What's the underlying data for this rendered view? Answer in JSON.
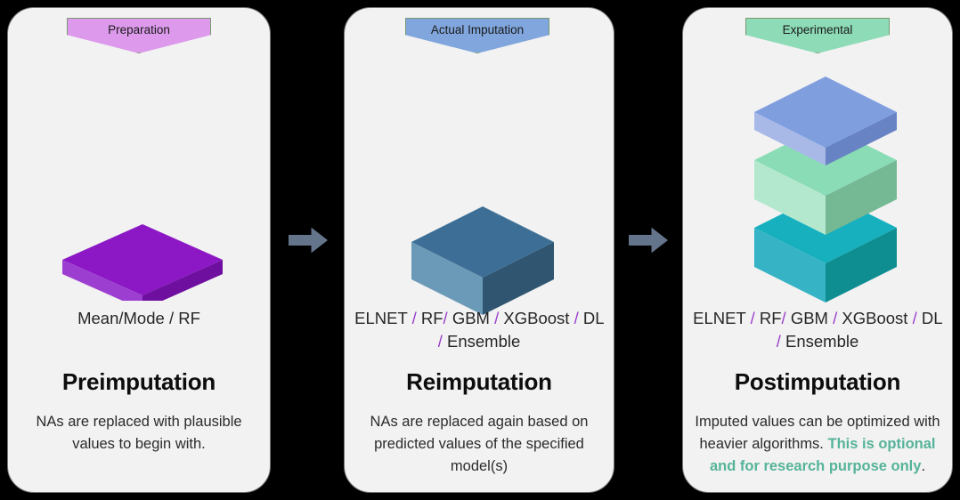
{
  "diagram": {
    "background_color": "#000000",
    "panel_color": "#f2f2f2",
    "accent_separator_color": "#9a3ecb",
    "highlight_color": "#55b399",
    "arrow_color": "#64748b"
  },
  "panels": [
    {
      "banner_label": "Preparation",
      "banner_color": "#dd9aec",
      "graphic": "single-purple-slab-isometric",
      "models": "Mean/Mode / RF",
      "models_parts": [
        "Mean/Mode / RF"
      ],
      "title": "Preimputation",
      "description": "NAs are replaced with plausible values to begin with.",
      "description_plain": "NAs are replaced with plausible values to begin with.",
      "description_highlight": ""
    },
    {
      "banner_label": "Actual Imputation",
      "banner_color": "#80a6dd",
      "graphic": "single-blue-cube-isometric",
      "models": "ELNET / RF/ GBM / XGBoost / DL / Ensemble",
      "models_parts": [
        "ELNET",
        "/",
        " RF",
        "/",
        " GBM",
        "/",
        "XGBoost",
        "/",
        " DL",
        "/",
        " Ensemble"
      ],
      "title": "Reimputation",
      "description": "NAs are replaced again based on predicted values of the specified model(s)",
      "description_plain": "NAs are replaced again based on predicted values of the specified model(s)",
      "description_highlight": ""
    },
    {
      "banner_label": "Experimental",
      "banner_color": "#8ddbb7",
      "graphic": "three-stacked-cubes-isometric",
      "models": "ELNET / RF/ GBM / XGBoost / DL / Ensemble",
      "models_parts": [
        "ELNET",
        "/",
        " RF",
        "/",
        " GBM",
        "/",
        "XGBoost",
        "/",
        " DL",
        "/",
        " Ensemble"
      ],
      "title": "Postimputation",
      "description": "Imputed values can be optimized with heavier algorithms. This is optional and for research purpose only.",
      "description_plain": "Imputed values can be optimized with heavier algorithms. ",
      "description_highlight": "This is optional and for research purpose only",
      "description_tail": "."
    }
  ],
  "arrows": [
    {
      "name": "arrow-preimputation-to-reimputation",
      "direction": "right"
    },
    {
      "name": "arrow-reimputation-to-postimputation",
      "direction": "right"
    }
  ],
  "box_colors": {
    "purple_slab": {
      "top": "#8b18c4",
      "left": "#9c3fd0",
      "right": "#6f0fa0"
    },
    "blue_cube": {
      "top": "#3d6f96",
      "left": "#6b9ab8",
      "right": "#2f5571"
    },
    "periwinkle": {
      "top": "#7e9ede",
      "left": "#a8b9e8",
      "right": "#6783c4"
    },
    "mint": {
      "top": "#8adcb7",
      "left": "#b3e8cf",
      "right": "#74b894"
    },
    "teal": {
      "top": "#16b0bf",
      "left": "#36b3c4",
      "right": "#0f8e92"
    }
  }
}
